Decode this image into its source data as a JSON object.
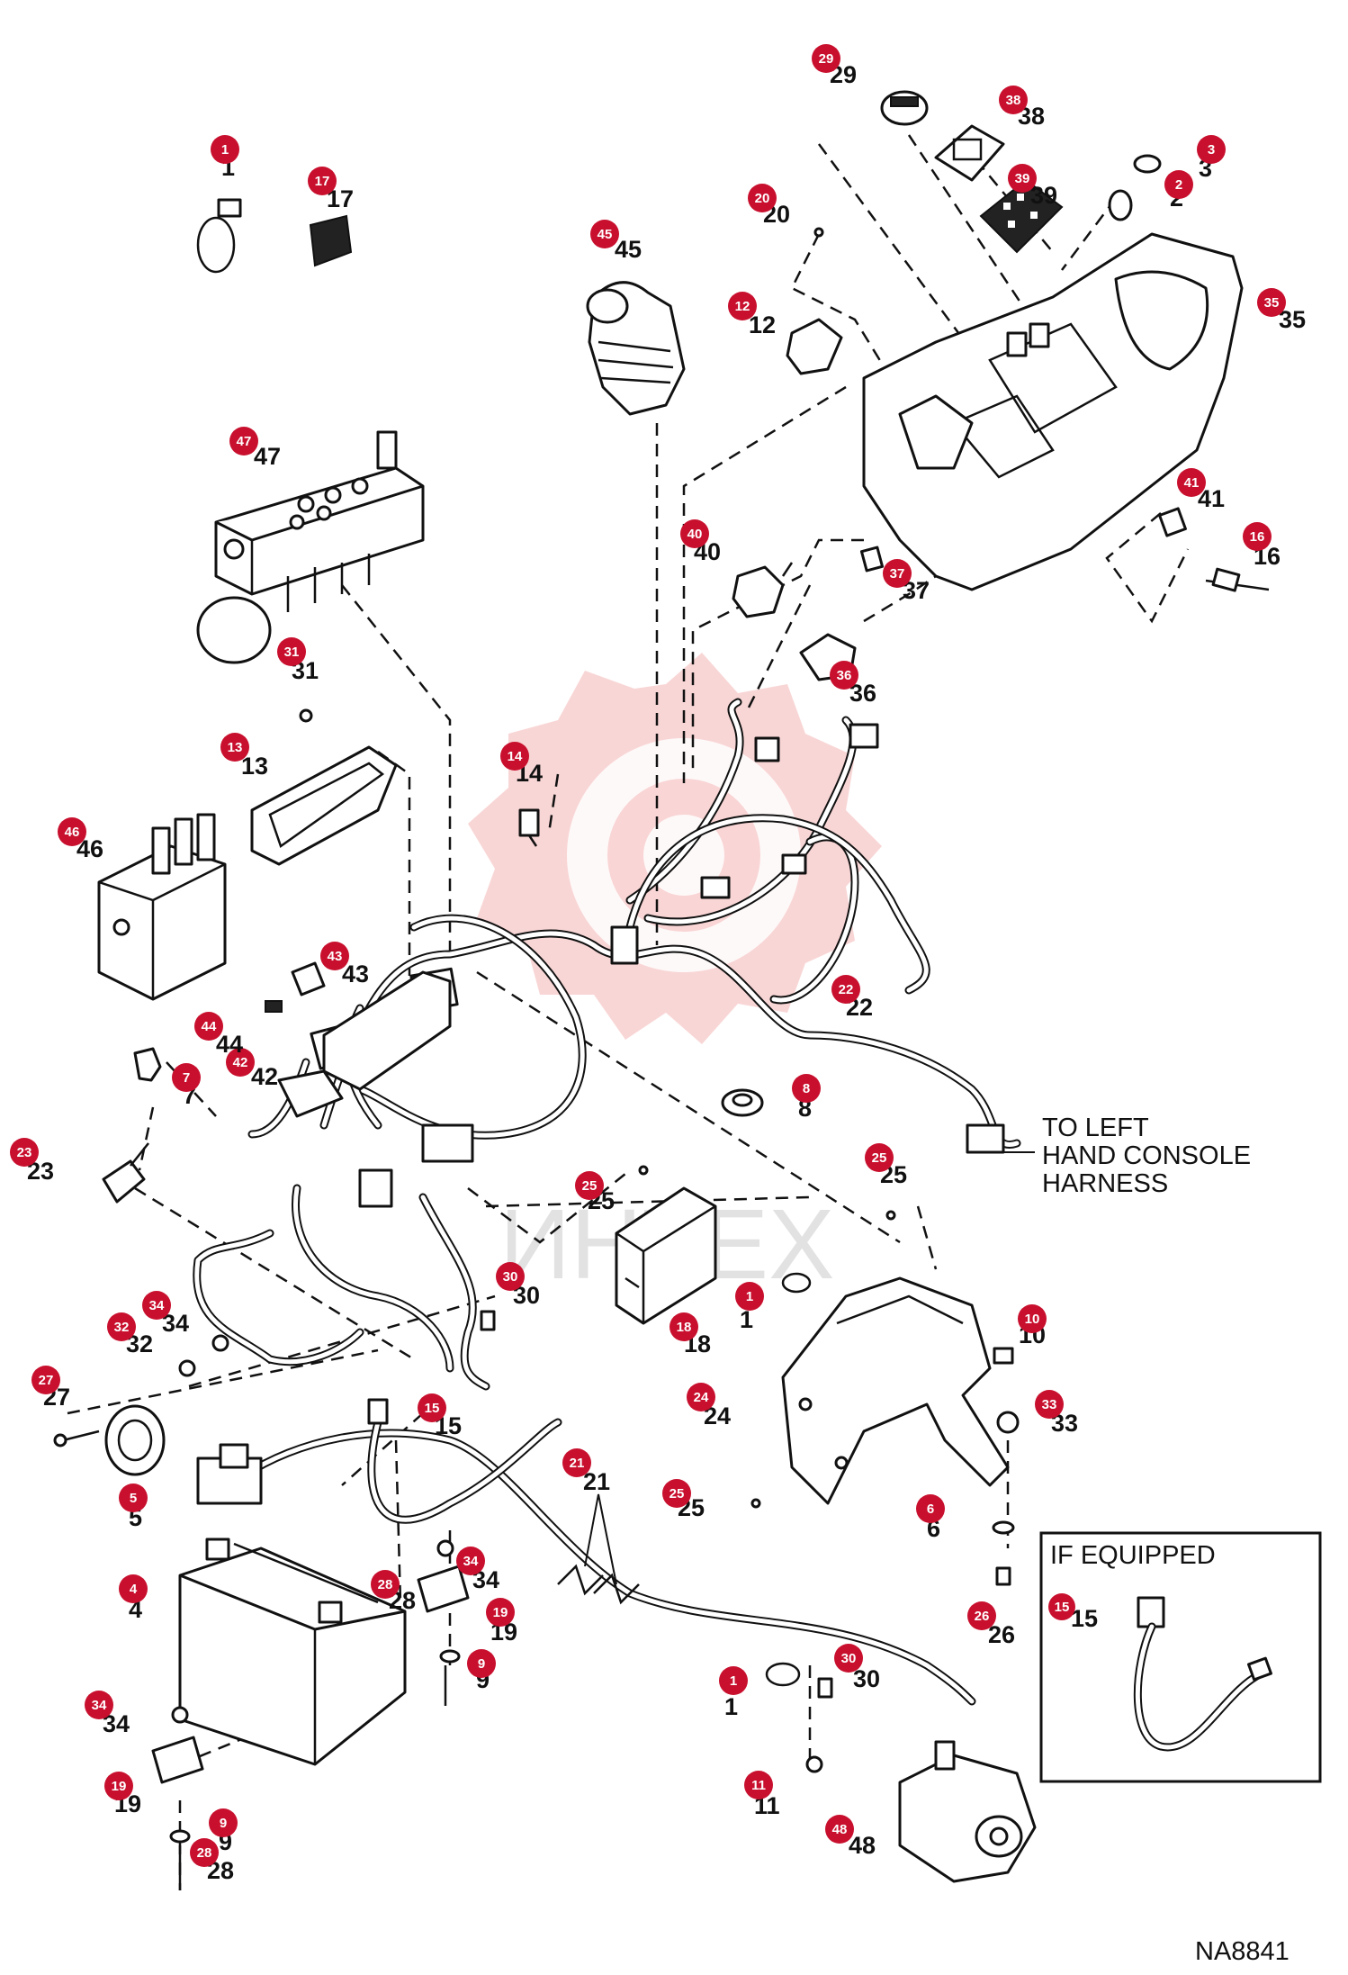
{
  "diagram": {
    "document_code": "NA8841",
    "note_lines": [
      "TO LEFT",
      "HAND CONSOLE",
      "HARNESS"
    ],
    "inset_title": "IF EQUIPPED",
    "inset_part": "15",
    "watermark_text": "ИНТЕХ",
    "badge_color": "#c8102e",
    "callouts": [
      "1",
      "2",
      "3",
      "4",
      "5",
      "6",
      "7",
      "8",
      "9",
      "10",
      "11",
      "12",
      "13",
      "14",
      "15",
      "16",
      "17",
      "18",
      "19",
      "20",
      "21",
      "22",
      "23",
      "24",
      "25",
      "26",
      "27",
      "28",
      "29",
      "30",
      "31",
      "32",
      "33",
      "34",
      "35",
      "36",
      "37",
      "38",
      "39",
      "40",
      "41",
      "42",
      "43",
      "44",
      "45",
      "46",
      "47",
      "48"
    ]
  }
}
